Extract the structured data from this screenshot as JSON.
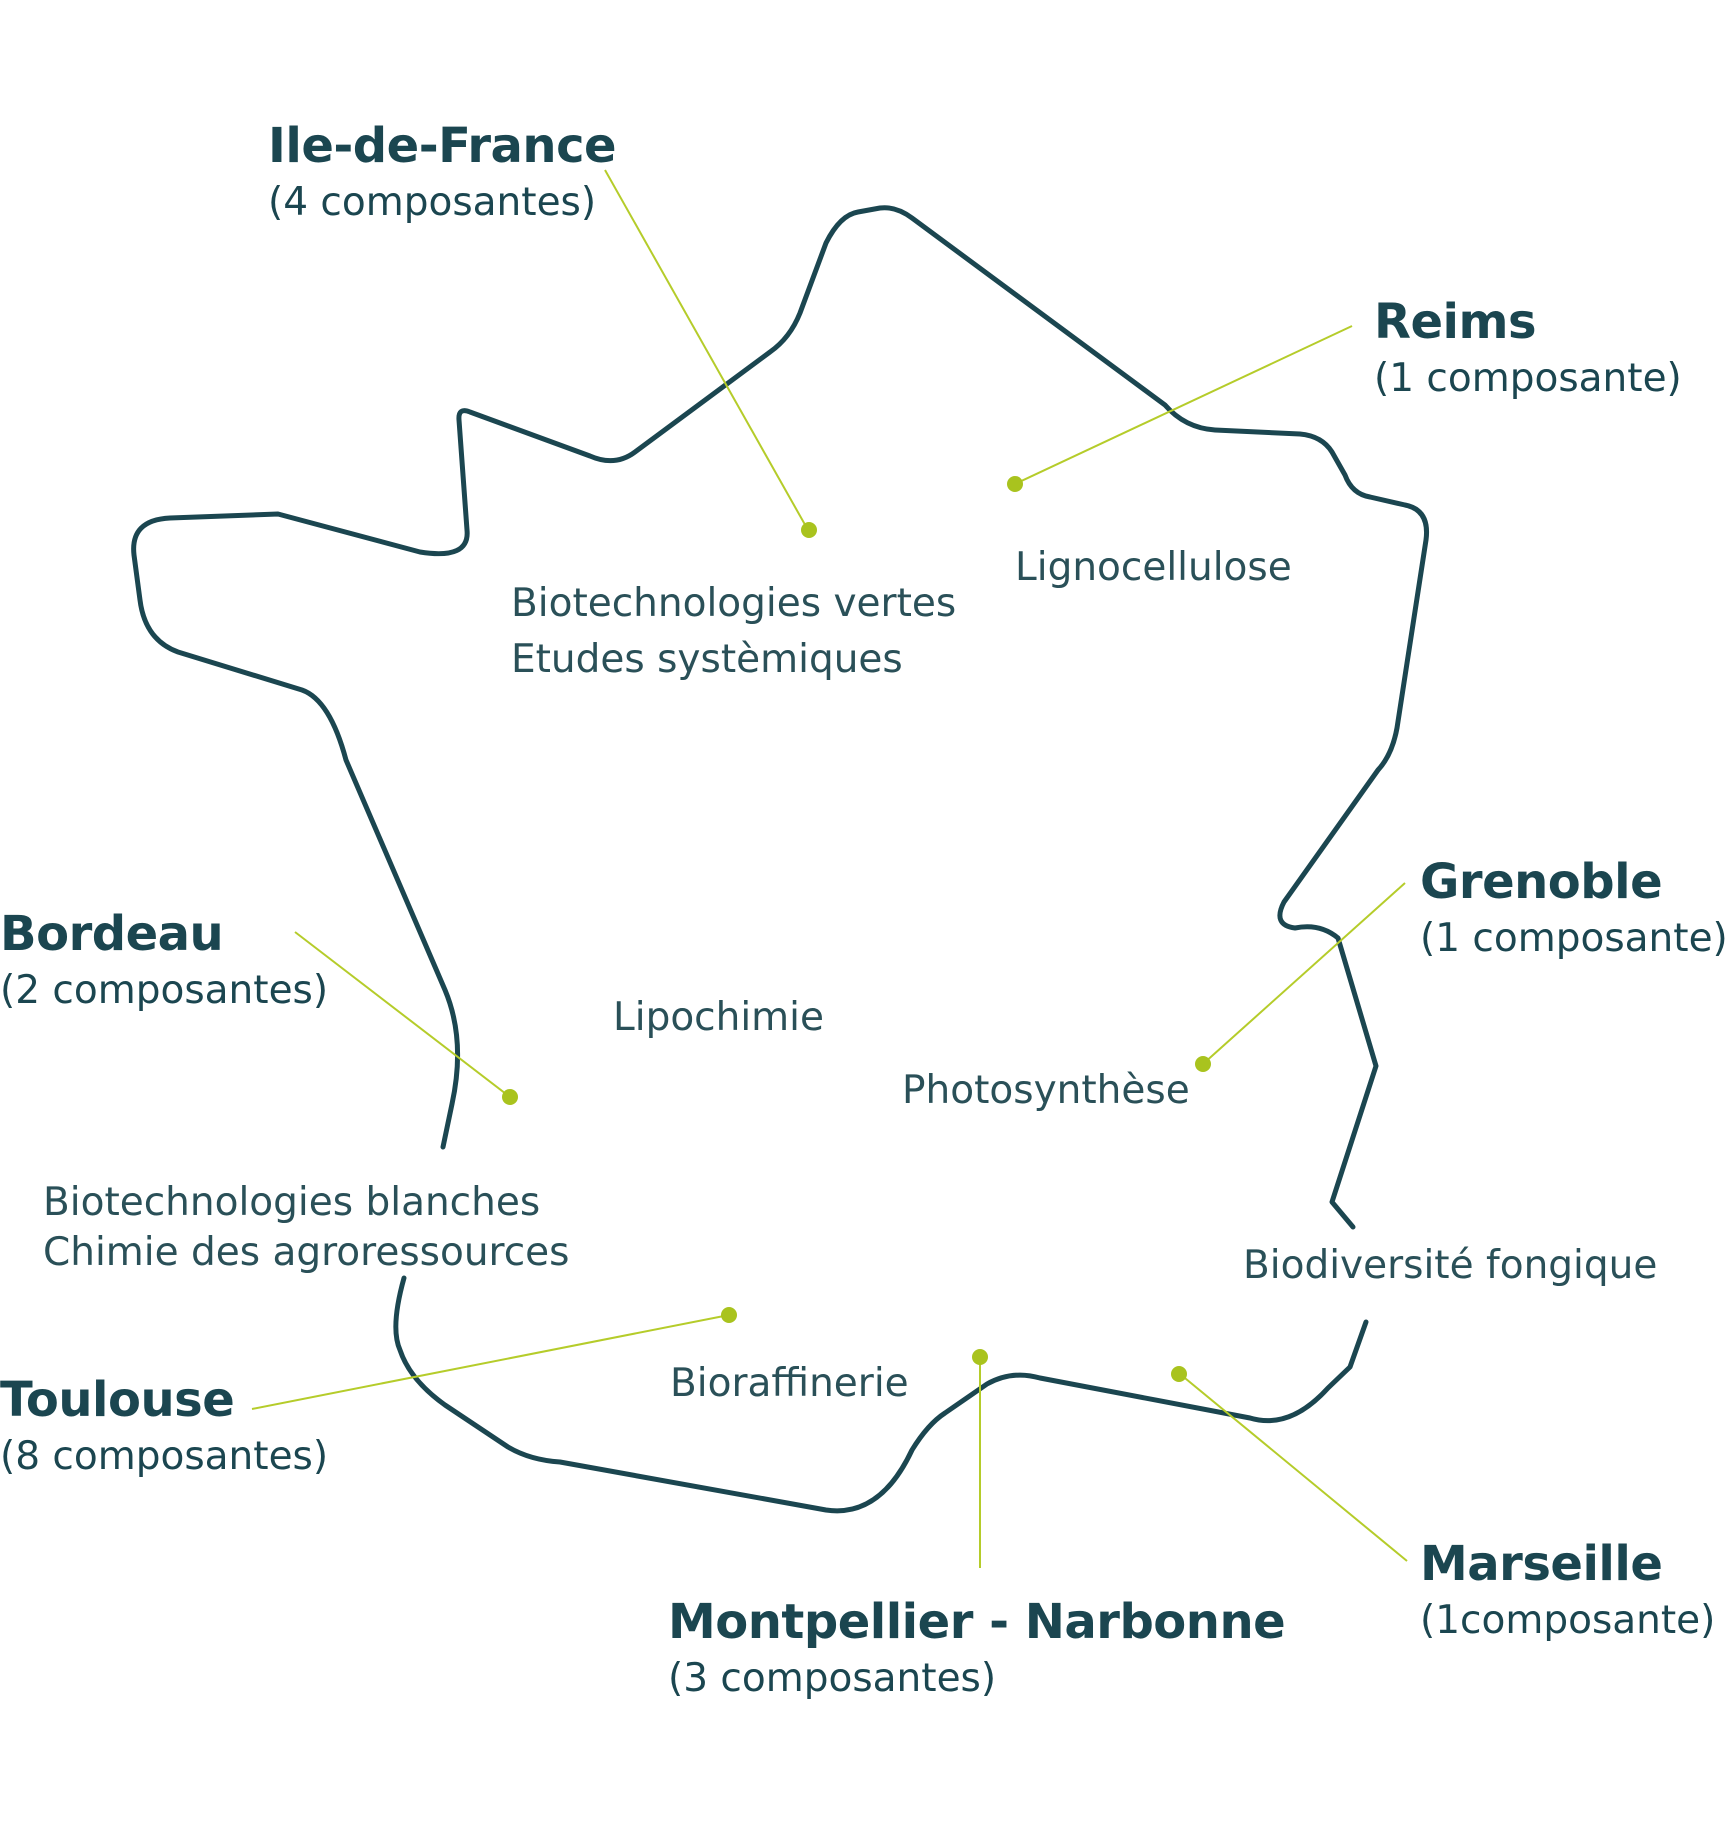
{
  "map": {
    "outline_color": "#1b4650",
    "leader_color": "#b5cc2a",
    "dot_color": "#a9c31e",
    "regions": [
      {
        "id": "ile-de-france",
        "name": "Ile-de-France",
        "count": "(4 composantes)"
      },
      {
        "id": "reims",
        "name": "Reims",
        "count": "(1 composante)"
      },
      {
        "id": "grenoble",
        "name": "Grenoble",
        "count": "(1 composante)"
      },
      {
        "id": "bordeau",
        "name": "Bordeau",
        "count": "(2 composantes)"
      },
      {
        "id": "toulouse",
        "name": "Toulouse",
        "count": "(8 composantes)"
      },
      {
        "id": "montpellier-narbonne",
        "name": "Montpellier - Narbonne",
        "count": "(3 composantes)"
      },
      {
        "id": "marseille",
        "name": "Marseille",
        "count": "(1composante)"
      }
    ],
    "themes": {
      "ile_de_france": [
        "Biotechnologies vertes",
        "Etudes systèmiques"
      ],
      "reims": [
        "Lignocellulose"
      ],
      "bordeau": [
        "Lipochimie"
      ],
      "grenoble": [
        "Photosynthèse"
      ],
      "toulouse": [
        "Biotechnologies blanches",
        "Chimie des agroressources"
      ],
      "montpellier_narbonne": [
        "Bioraffinerie"
      ],
      "marseille": [
        "Biodiversité fongique"
      ]
    }
  }
}
